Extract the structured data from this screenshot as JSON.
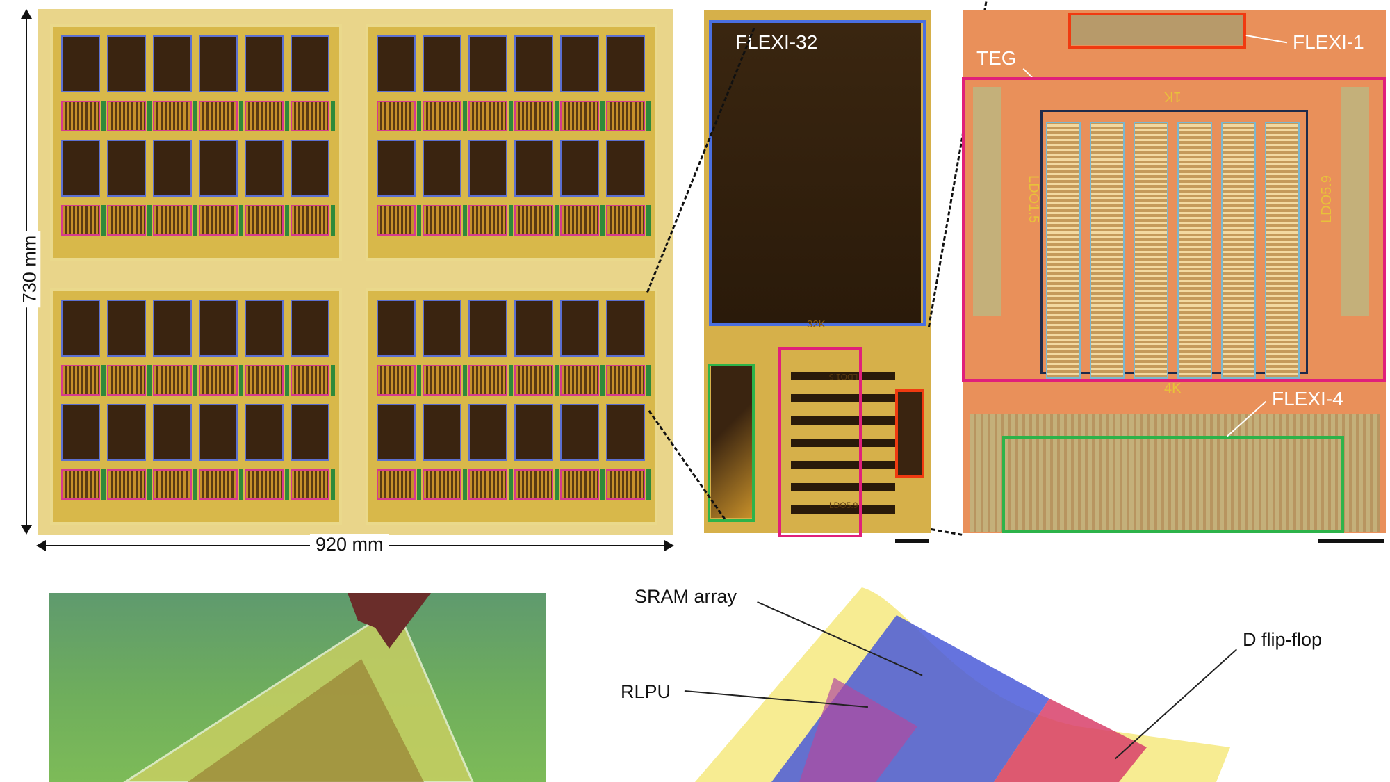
{
  "wafer": {
    "height_label": "730 mm",
    "width_label": "920 mm",
    "quadrants": 4,
    "cells_per_row": 6
  },
  "chip32": {
    "title": "FLEXI-32",
    "memory_label": "32K",
    "ldo_top": "LDO1.5",
    "ldo_bottom": "LDO5.9"
  },
  "chip_detail": {
    "flexi1": "FLEXI-1",
    "teg": "TEG",
    "flexi4": "FLEXI-4",
    "top_mem": "1K",
    "bottom_mem": "4K",
    "ldo_left": "LDO1.5",
    "ldo_right": "LDO5.9"
  },
  "render": {
    "sram": "SRAM array",
    "rlpu": "RLPU",
    "dff": "D flip-flop"
  },
  "colors": {
    "blue": "#4a6fe0",
    "magenta": "#e0207a",
    "green": "#2db34a",
    "red": "#f03a10"
  }
}
